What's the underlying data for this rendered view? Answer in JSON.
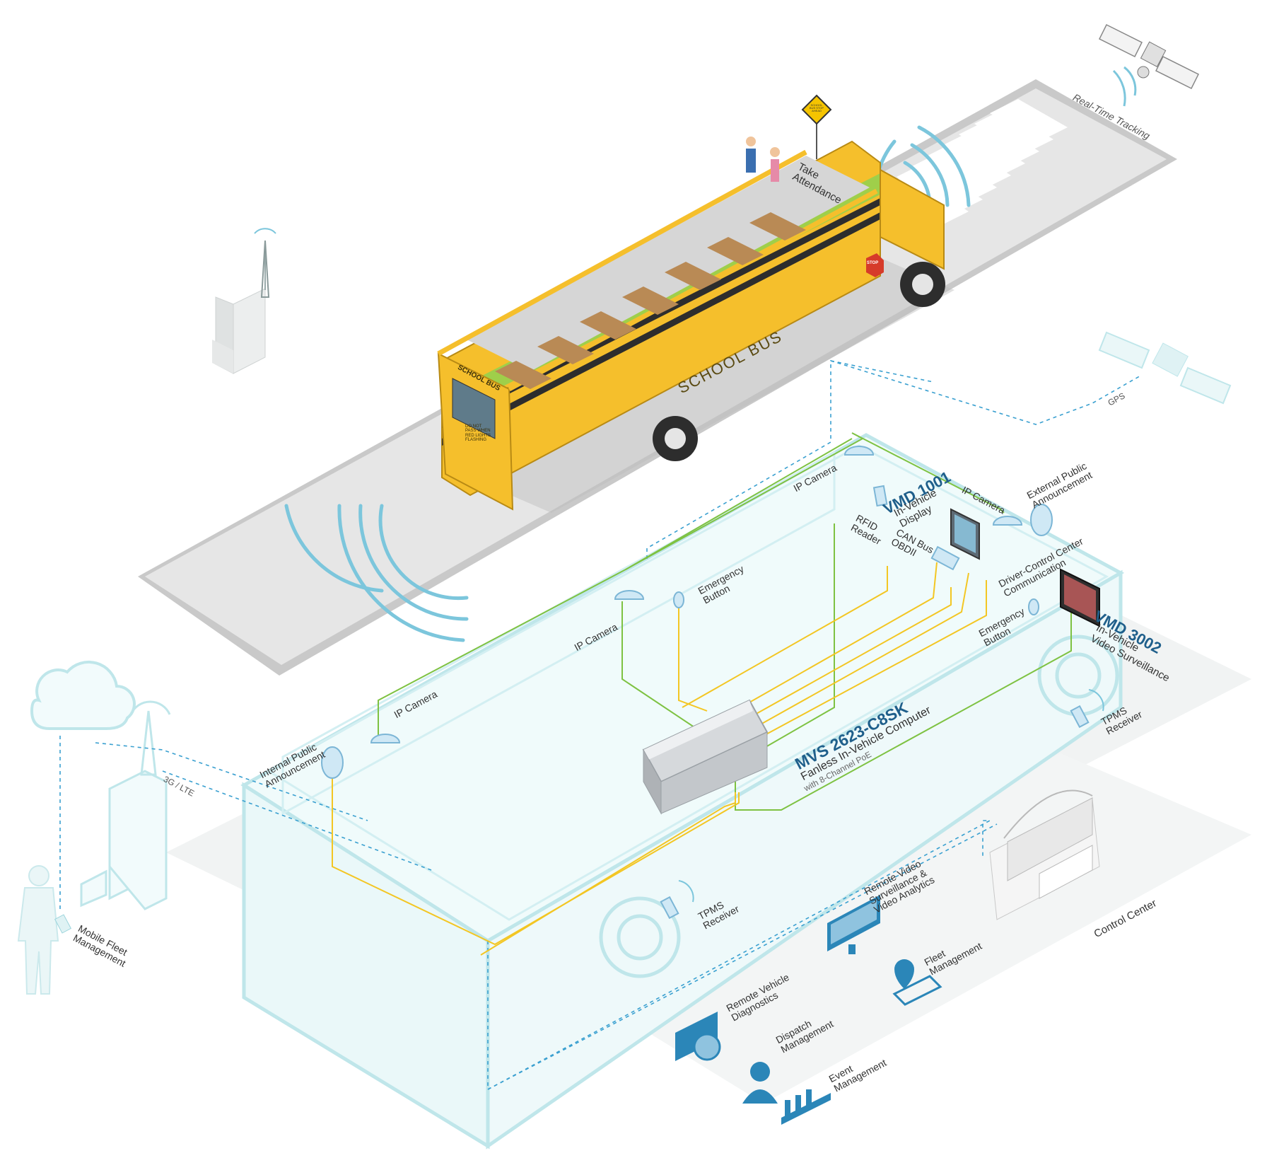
{
  "bus": {
    "side_text": "SCHOOL BUS",
    "rear_text": "SCHOOL BUS",
    "rear_warning": "DO NOT PASS WHEN RED LIGHTS FLASHING",
    "stop_sign": "STOP",
    "yellow_sign": "SCHOOL BUS STOP AHEAD"
  },
  "labels": {
    "real_time_tracking": "Real-Time Tracking",
    "take_attendance": [
      "Take",
      "Attendance"
    ],
    "gps": "GPS",
    "three_g_lte": "3G / LTE",
    "ip_camera_top": "IP Camera",
    "ip_camera_right": "IP Camera",
    "ip_camera_mid": "IP Camera",
    "ip_camera_left": "IP Camera",
    "external_pa": [
      "External Public",
      "Announcement"
    ],
    "internal_pa": [
      "Internal Public",
      "Announcement"
    ],
    "rfid_reader": [
      "RFID",
      "Reader"
    ],
    "can_bus": [
      "CAN Bus",
      "OBDII"
    ],
    "emergency_button_left": [
      "Emergency",
      "Button"
    ],
    "emergency_button_right": [
      "Emergency",
      "Button"
    ],
    "driver_control": [
      "Driver-Control Center",
      "Communication"
    ],
    "tpms_right": [
      "TPMS",
      "Receiver"
    ],
    "tpms_bottom": [
      "TPMS",
      "Receiver"
    ],
    "mobile_fleet": [
      "Mobile Fleet",
      "Management"
    ],
    "control_center": "Control Center"
  },
  "products": {
    "vmd1001": {
      "name": "VMD 1001",
      "desc": [
        "In-Vehicle",
        "Display"
      ]
    },
    "vmd3002": {
      "name": "VMD 3002",
      "desc": [
        "In-Vehicle",
        "Video Surveillance"
      ]
    },
    "mvs": {
      "name": "MVS 2623-C8SK",
      "desc": "Fanless In-Vehicle Computer",
      "desc2": "with 8-Channel PoE"
    }
  },
  "services": [
    {
      "label": [
        "Remote Video",
        "Surveillance &",
        "Video Analytics"
      ],
      "icon": "monitor-icon"
    },
    {
      "label": [
        "Fleet",
        "Management"
      ],
      "icon": "map-pin-icon"
    },
    {
      "label": [
        "Remote Vehicle",
        "Diagnostics"
      ],
      "icon": "diagnostics-icon"
    },
    {
      "label": [
        "Dispatch",
        "Management"
      ],
      "icon": "headset-icon"
    },
    {
      "label": [
        "Event",
        "Management"
      ],
      "icon": "bar-chart-icon"
    }
  ],
  "colors": {
    "road": "#e8e8e8",
    "bus_yellow": "#f5bf2c",
    "bus_green": "#9fcf4a",
    "wire_green": "#7ec242",
    "wire_yellow": "#f3c623",
    "dashed_blue": "#3aa0d0",
    "ghost": "#bfe6ea",
    "product_blue": "#1f5f8b",
    "icon_blue": "#2b86b8"
  }
}
